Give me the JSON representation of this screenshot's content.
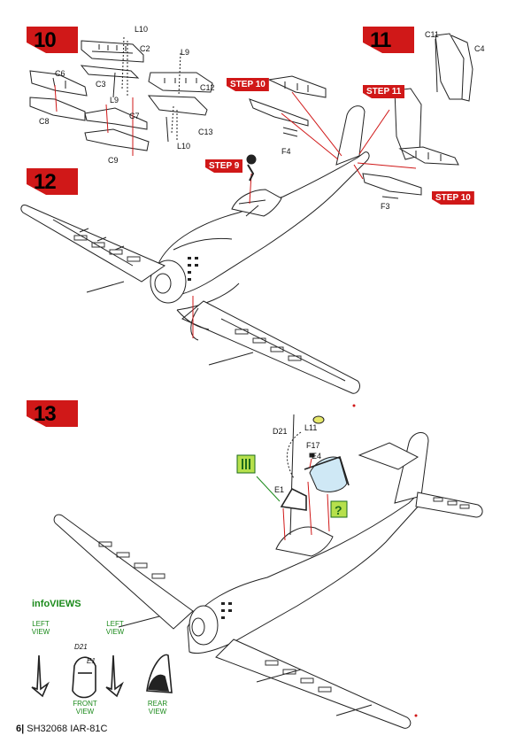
{
  "steps": [
    {
      "number": "10"
    },
    {
      "number": "11"
    },
    {
      "number": "12"
    },
    {
      "number": "13"
    }
  ],
  "step_refs": {
    "a": "STEP 10",
    "b": "STEP 11",
    "c": "STEP 10",
    "d": "STEP 9"
  },
  "parts": {
    "l10_top": "L10",
    "c2": "C2",
    "l9_top": "L9",
    "c6": "C6",
    "c3": "C3",
    "l9_mid": "L9",
    "c12": "C12",
    "c8": "C8",
    "c7": "C7",
    "c13": "C13",
    "l10_bot": "L10",
    "c9": "C9",
    "c11": "C11",
    "c4": "C4",
    "f4": "F4",
    "f3": "F3",
    "d21": "D21",
    "l11": "L11",
    "f17": "F17",
    "e4": "E4",
    "e1": "E1"
  },
  "info_views": {
    "title": "infoVIEWS",
    "left_view_1": "LEFT VIEW",
    "left_view_2": "LEFT VIEW",
    "front_view": "FRONT VIEW",
    "rear_view": "REAR VIEW",
    "d21": "D21",
    "e1": "E1"
  },
  "footer": {
    "page": "6",
    "code": "SH32068",
    "model": "IAR-81C"
  },
  "colors": {
    "step_red": "#d01818",
    "info_green": "#1b8a1b",
    "paint_green": "#b6e04c"
  }
}
